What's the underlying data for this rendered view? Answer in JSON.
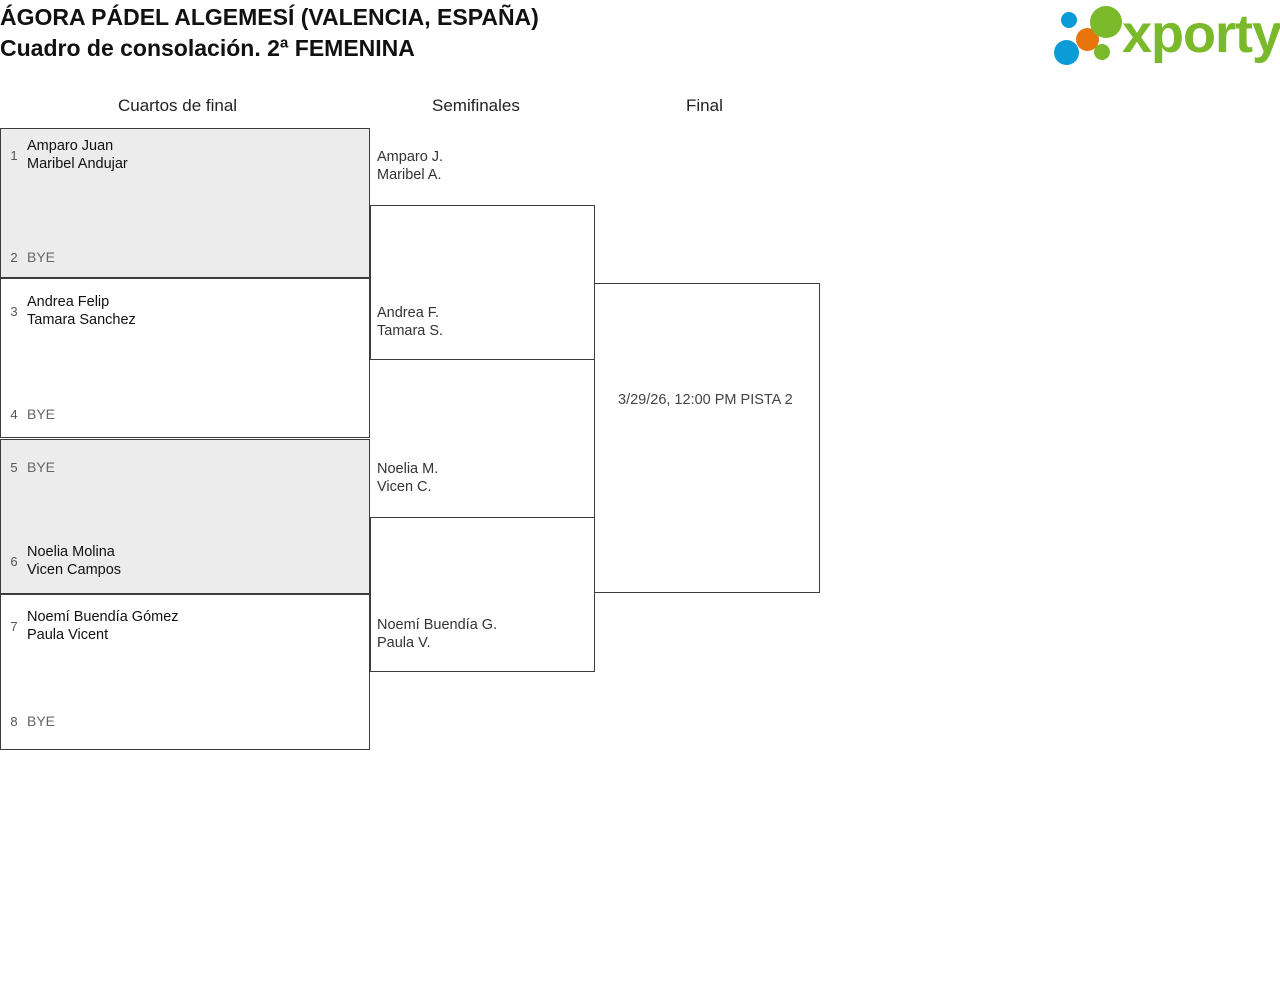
{
  "header": {
    "title_line1": "ÁGORA PÁDEL ALGEMESÍ (VALENCIA, ESPAÑA)",
    "title_line2": "Cuadro de consolación. 2ª FEMENINA",
    "logo_text": "xporty",
    "logo_colors": {
      "green": "#7ab929",
      "blue": "#0b9bd7",
      "orange": "#e8740c"
    }
  },
  "rounds": [
    {
      "id": "quarterfinals",
      "label": "Cuartos de final"
    },
    {
      "id": "semifinals",
      "label": "Semifinales"
    },
    {
      "id": "final",
      "label": "Final"
    }
  ],
  "quarterfinals": [
    {
      "shaded": true,
      "top": {
        "seed": "1",
        "line1": "Amparo Juan",
        "line2": "Maribel Andujar",
        "bye": false
      },
      "bottom": {
        "seed": "2",
        "bye_label": "BYE",
        "bye": true
      }
    },
    {
      "shaded": false,
      "top": {
        "seed": "3",
        "line1": "Andrea Felip",
        "line2": "Tamara Sanchez",
        "bye": false
      },
      "bottom": {
        "seed": "4",
        "bye_label": "BYE",
        "bye": true
      }
    },
    {
      "shaded": true,
      "top": {
        "seed": "5",
        "bye_label": "BYE",
        "bye": true
      },
      "bottom": {
        "seed": "6",
        "line1": "Noelia Molina",
        "line2": "Vicen Campos",
        "bye": false
      }
    },
    {
      "shaded": false,
      "top": {
        "seed": "7",
        "line1": "Noemí Buendía Gómez",
        "line2": "Paula Vicent",
        "bye": false
      },
      "bottom": {
        "seed": "8",
        "bye_label": "BYE",
        "bye": true
      }
    }
  ],
  "semifinals": [
    {
      "top": {
        "line1": "Amparo J.",
        "line2": "Maribel A."
      },
      "bottom": {
        "line1": "Andrea F.",
        "line2": "Tamara S."
      }
    },
    {
      "top": {
        "line1": "Noelia M.",
        "line2": "Vicen C."
      },
      "bottom": {
        "line1": "Noemí Buendía G.",
        "line2": "Paula V."
      }
    }
  ],
  "final": {
    "schedule": "3/29/26, 12:00 PM PISTA 2"
  }
}
